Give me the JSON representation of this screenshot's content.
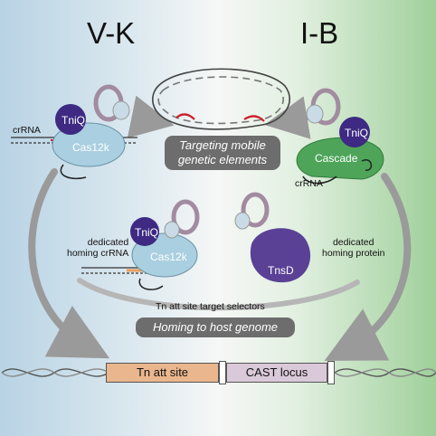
{
  "titles": {
    "left": "V-K",
    "right": "I-B"
  },
  "pills": {
    "top_line1": "Targeting mobile",
    "top_line2": "genetic elements",
    "bottom": "Homing to host genome"
  },
  "proteins": {
    "tniq": "TniQ",
    "cas12k": "Cas12k",
    "cascade": "Cascade",
    "tnsd": "TnsD"
  },
  "labels": {
    "crrna": "crRNA",
    "dedicated_crrna_line1": "dedicated",
    "dedicated_crrna_line2": "homing crRNA",
    "dedicated_protein_line1": "dedicated",
    "dedicated_protein_line2": "homing protein",
    "selectors": "Tn att site target selectors",
    "tn_att_site": "Tn att site",
    "cast_locus": "CAST locus"
  },
  "colors": {
    "tniq": "#3e2a82",
    "cas12k": "#a9cfe0",
    "cascade": "#4ea55a",
    "tnsd": "#5a4196",
    "tn_att_site": "#eab68e",
    "cast_locus": "#dac9d9",
    "pill": "#6d6d6d",
    "target_dna_red": "#cc1f2a"
  }
}
